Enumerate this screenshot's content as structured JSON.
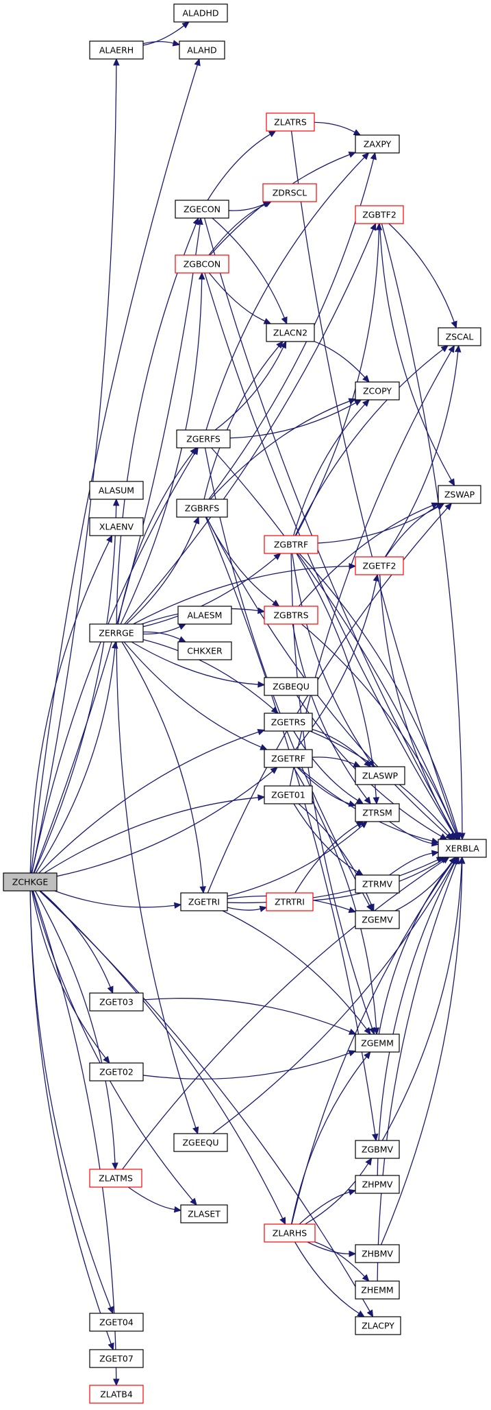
{
  "graph": {
    "colors": {
      "edge": "#191970",
      "node_border_normal": "#000000",
      "node_border_highlight": "#ff0000",
      "root_fill": "#bfbfbf",
      "node_fill": "#ffffff"
    },
    "nodes": [
      {
        "id": "ZCHKGE",
        "label": "ZCHKGE",
        "style": "root"
      },
      {
        "id": "ALADHD",
        "label": "ALADHD",
        "style": "normal"
      },
      {
        "id": "ALAERH",
        "label": "ALAERH",
        "style": "normal"
      },
      {
        "id": "ALAHD",
        "label": "ALAHD",
        "style": "normal"
      },
      {
        "id": "ZLATRS",
        "label": "ZLATRS",
        "style": "red"
      },
      {
        "id": "ZAXPY",
        "label": "ZAXPY",
        "style": "normal"
      },
      {
        "id": "ZGBTF2",
        "label": "ZGBTF2",
        "style": "red"
      },
      {
        "id": "ZGECON",
        "label": "ZGECON",
        "style": "normal"
      },
      {
        "id": "ZDRSCL",
        "label": "ZDRSCL",
        "style": "red"
      },
      {
        "id": "ZGBCON",
        "label": "ZGBCON",
        "style": "red"
      },
      {
        "id": "ZLACN2",
        "label": "ZLACN2",
        "style": "normal"
      },
      {
        "id": "ZSCAL",
        "label": "ZSCAL",
        "style": "normal"
      },
      {
        "id": "ZCOPY",
        "label": "ZCOPY",
        "style": "normal"
      },
      {
        "id": "ZGERFS",
        "label": "ZGERFS",
        "style": "normal"
      },
      {
        "id": "ALASUM",
        "label": "ALASUM",
        "style": "normal"
      },
      {
        "id": "ZGBRFS",
        "label": "ZGBRFS",
        "style": "normal"
      },
      {
        "id": "ZSWAP",
        "label": "ZSWAP",
        "style": "normal"
      },
      {
        "id": "XLAENV",
        "label": "XLAENV",
        "style": "normal"
      },
      {
        "id": "ZGBTRF",
        "label": "ZGBTRF",
        "style": "red"
      },
      {
        "id": "ZGETF2",
        "label": "ZGETF2",
        "style": "red"
      },
      {
        "id": "ALAESM",
        "label": "ALAESM",
        "style": "normal"
      },
      {
        "id": "ZGBTRS",
        "label": "ZGBTRS",
        "style": "red"
      },
      {
        "id": "ZERRGE",
        "label": "ZERRGE",
        "style": "normal"
      },
      {
        "id": "CHKXER",
        "label": "CHKXER",
        "style": "normal"
      },
      {
        "id": "ZGBEQU",
        "label": "ZGBEQU",
        "style": "normal"
      },
      {
        "id": "ZGETRS",
        "label": "ZGETRS",
        "style": "normal"
      },
      {
        "id": "ZGETRF",
        "label": "ZGETRF",
        "style": "normal"
      },
      {
        "id": "ZLASWP",
        "label": "ZLASWP",
        "style": "normal"
      },
      {
        "id": "ZGET01",
        "label": "ZGET01",
        "style": "normal"
      },
      {
        "id": "ZTRSM",
        "label": "ZTRSM",
        "style": "normal"
      },
      {
        "id": "XERBLA",
        "label": "XERBLA",
        "style": "normal"
      },
      {
        "id": "ZTRMV",
        "label": "ZTRMV",
        "style": "normal"
      },
      {
        "id": "ZGETRI",
        "label": "ZGETRI",
        "style": "normal"
      },
      {
        "id": "ZTRTRI",
        "label": "ZTRTRI",
        "style": "red"
      },
      {
        "id": "ZGEMV",
        "label": "ZGEMV",
        "style": "normal"
      },
      {
        "id": "ZGET03",
        "label": "ZGET03",
        "style": "normal"
      },
      {
        "id": "ZGEMM",
        "label": "ZGEMM",
        "style": "normal"
      },
      {
        "id": "ZGET02",
        "label": "ZGET02",
        "style": "normal"
      },
      {
        "id": "ZGEEQU",
        "label": "ZGEEQU",
        "style": "normal"
      },
      {
        "id": "ZGBMV",
        "label": "ZGBMV",
        "style": "normal"
      },
      {
        "id": "ZLATMS",
        "label": "ZLATMS",
        "style": "red"
      },
      {
        "id": "ZHPMV",
        "label": "ZHPMV",
        "style": "normal"
      },
      {
        "id": "ZLASET",
        "label": "ZLASET",
        "style": "normal"
      },
      {
        "id": "ZLARHS",
        "label": "ZLARHS",
        "style": "red"
      },
      {
        "id": "ZHBMV",
        "label": "ZHBMV",
        "style": "normal"
      },
      {
        "id": "ZHEMM",
        "label": "ZHEMM",
        "style": "normal"
      },
      {
        "id": "ZGET04",
        "label": "ZGET04",
        "style": "normal"
      },
      {
        "id": "ZLACPY",
        "label": "ZLACPY",
        "style": "normal"
      },
      {
        "id": "ZGET07",
        "label": "ZGET07",
        "style": "normal"
      },
      {
        "id": "ZLATB4",
        "label": "ZLATB4",
        "style": "red"
      }
    ],
    "edges": [
      [
        "ZCHKGE",
        "ALAERH"
      ],
      [
        "ZCHKGE",
        "ALAHD"
      ],
      [
        "ZCHKGE",
        "ALASUM"
      ],
      [
        "ZCHKGE",
        "XLAENV"
      ],
      [
        "ZCHKGE",
        "ZERRGE"
      ],
      [
        "ZCHKGE",
        "ZGETRS"
      ],
      [
        "ZCHKGE",
        "ZGETRF"
      ],
      [
        "ZCHKGE",
        "ZGET01"
      ],
      [
        "ZCHKGE",
        "ZGETRI"
      ],
      [
        "ZCHKGE",
        "ZGET03"
      ],
      [
        "ZCHKGE",
        "ZGET02"
      ],
      [
        "ZCHKGE",
        "ZLATMS"
      ],
      [
        "ZCHKGE",
        "ZLASET"
      ],
      [
        "ZCHKGE",
        "ZLARHS"
      ],
      [
        "ZCHKGE",
        "ZGET04"
      ],
      [
        "ZCHKGE",
        "ZLACPY"
      ],
      [
        "ZCHKGE",
        "ZGET07"
      ],
      [
        "ZCHKGE",
        "ZLATB4"
      ],
      [
        "ZCHKGE",
        "ZGECON"
      ],
      [
        "ZCHKGE",
        "ZGERFS"
      ],
      [
        "ALAERH",
        "ALADHD"
      ],
      [
        "ALAERH",
        "ALAHD"
      ],
      [
        "ZERRGE",
        "ALAESM"
      ],
      [
        "ZERRGE",
        "CHKXER"
      ],
      [
        "ZERRGE",
        "ZGBEQU"
      ],
      [
        "ZERRGE",
        "ZGETRS"
      ],
      [
        "ZERRGE",
        "ZGETRF"
      ],
      [
        "ZERRGE",
        "ZGETRI"
      ],
      [
        "ZERRGE",
        "ZGEEQU"
      ],
      [
        "ZERRGE",
        "ZGBTRS"
      ],
      [
        "ZERRGE",
        "ZGBTRF"
      ],
      [
        "ZERRGE",
        "ZGETF2"
      ],
      [
        "ZERRGE",
        "ZGBRFS"
      ],
      [
        "ZERRGE",
        "ZGERFS"
      ],
      [
        "ZERRGE",
        "ZGBCON"
      ],
      [
        "ZERRGE",
        "ZGECON"
      ],
      [
        "ZERRGE",
        "ZGBTF2"
      ],
      [
        "ZGECON",
        "ZLATRS"
      ],
      [
        "ZGECON",
        "ZDRSCL"
      ],
      [
        "ZGECON",
        "ZLACN2"
      ],
      [
        "ZGECON",
        "XERBLA"
      ],
      [
        "ZGBCON",
        "ZDRSCL"
      ],
      [
        "ZGBCON",
        "ZLACN2"
      ],
      [
        "ZGBCON",
        "ZAXPY"
      ],
      [
        "ZGBCON",
        "XERBLA"
      ],
      [
        "ZLATRS",
        "ZAXPY"
      ],
      [
        "ZLATRS",
        "XERBLA"
      ],
      [
        "ZLACN2",
        "ZCOPY"
      ],
      [
        "ZGERFS",
        "ZLACN2"
      ],
      [
        "ZGERFS",
        "ZAXPY"
      ],
      [
        "ZGERFS",
        "ZCOPY"
      ],
      [
        "ZGERFS",
        "XERBLA"
      ],
      [
        "ZGERFS",
        "ZGEMV"
      ],
      [
        "ZGBRFS",
        "ZLACN2"
      ],
      [
        "ZGBRFS",
        "ZAXPY"
      ],
      [
        "ZGBRFS",
        "ZCOPY"
      ],
      [
        "ZGBRFS",
        "XERBLA"
      ],
      [
        "ZGBRFS",
        "ZGBMV"
      ],
      [
        "ZGBRFS",
        "ZGBTRS"
      ],
      [
        "ZGBTF2",
        "ZSCAL"
      ],
      [
        "ZGBTF2",
        "ZSWAP"
      ],
      [
        "ZGBTF2",
        "XERBLA"
      ],
      [
        "ZGBTRF",
        "ZGBTF2"
      ],
      [
        "ZGBTRF",
        "ZSCAL"
      ],
      [
        "ZGBTRF",
        "ZSWAP"
      ],
      [
        "ZGBTRF",
        "ZCOPY"
      ],
      [
        "ZGBTRF",
        "ZLASWP"
      ],
      [
        "ZGBTRF",
        "ZTRSM"
      ],
      [
        "ZGBTRF",
        "ZGEMM"
      ],
      [
        "ZGBTRF",
        "XERBLA"
      ],
      [
        "ZGETF2",
        "ZSCAL"
      ],
      [
        "ZGETF2",
        "ZSWAP"
      ],
      [
        "ZGETF2",
        "XERBLA"
      ],
      [
        "ZGBTRS",
        "ZSWAP"
      ],
      [
        "ZGBTRS",
        "ZTRSM"
      ],
      [
        "ZGBTRS",
        "XERBLA"
      ],
      [
        "ZGBEQU",
        "XERBLA"
      ],
      [
        "ZGETRS",
        "ZLASWP"
      ],
      [
        "ZGETRS",
        "ZTRSM"
      ],
      [
        "ZGETRS",
        "XERBLA"
      ],
      [
        "ZGETRF",
        "ZGETF2"
      ],
      [
        "ZGETRF",
        "ZLASWP"
      ],
      [
        "ZGETRF",
        "ZTRSM"
      ],
      [
        "ZGETRF",
        "ZGEMM"
      ],
      [
        "ZGETRF",
        "XERBLA"
      ],
      [
        "ZGET01",
        "ZSCAL"
      ],
      [
        "ZGET01",
        "ZTRMV"
      ],
      [
        "ZGET01",
        "ZGEMV"
      ],
      [
        "ZTRSM",
        "XERBLA"
      ],
      [
        "ZTRMV",
        "XERBLA"
      ],
      [
        "ZGEMV",
        "XERBLA"
      ],
      [
        "ZGETRI",
        "ZSWAP"
      ],
      [
        "ZGETRI",
        "ZTRTRI"
      ],
      [
        "ZGETRI",
        "ZGEMV"
      ],
      [
        "ZGETRI",
        "ZTRSM"
      ],
      [
        "ZGETRI",
        "ZGEMM"
      ],
      [
        "ZGETRI",
        "XERBLA"
      ],
      [
        "ZTRTRI",
        "ZTRSM"
      ],
      [
        "ZTRTRI",
        "XERBLA"
      ],
      [
        "ZGET03",
        "ZGEMM"
      ],
      [
        "ZGET02",
        "ZGEMM"
      ],
      [
        "ZGEMM",
        "XERBLA"
      ],
      [
        "ZGEEQU",
        "XERBLA"
      ],
      [
        "ZLATMS",
        "XERBLA"
      ],
      [
        "ZLATMS",
        "ZLASET"
      ],
      [
        "ZLARHS",
        "ZGEMM"
      ],
      [
        "ZLARHS",
        "ZGBMV"
      ],
      [
        "ZLARHS",
        "ZHPMV"
      ],
      [
        "ZLARHS",
        "ZHBMV"
      ],
      [
        "ZLARHS",
        "ZHEMM"
      ],
      [
        "ZLARHS",
        "ZLACPY"
      ],
      [
        "ZLARHS",
        "XERBLA"
      ],
      [
        "ZGBMV",
        "XERBLA"
      ],
      [
        "ZHPMV",
        "XERBLA"
      ],
      [
        "ZHBMV",
        "XERBLA"
      ],
      [
        "ZHEMM",
        "XERBLA"
      ]
    ]
  }
}
